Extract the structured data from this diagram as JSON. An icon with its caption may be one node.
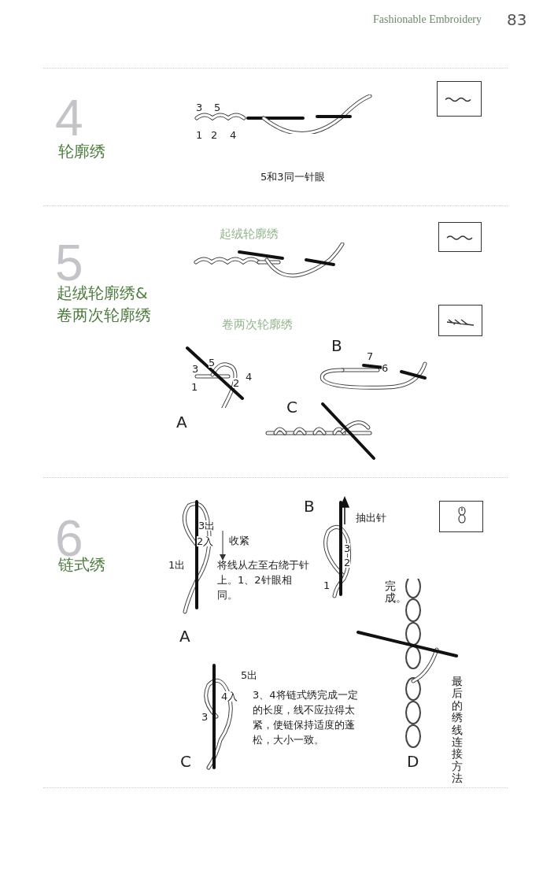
{
  "diagram": {
    "labels": [
      "Fashionable Embroidery",
      "83",
      "4",
      "轮廓绣",
      "3",
      "5",
      "1",
      "2",
      "4",
      "5和3同一针眼",
      "5",
      "起绒轮廓绣&卷两次轮廓绣",
      "起绒轮廓绣",
      "卷两次轮廓绣",
      "B",
      "3",
      "5",
      "7",
      "6",
      "4",
      "1",
      "2",
      "A",
      "C",
      "6",
      "链式绣",
      "3出",
      "2入",
      "收紧",
      "1出",
      "将线从左至右绕于针上。1、2针眼相同。",
      "B",
      "抽出针",
      "3",
      "2",
      "1",
      "完成。",
      "A",
      "5出",
      "4入",
      "3",
      "3、4将链式绣完成一定的长度，线不应拉得太紧，使链保持适度的蓬松，大小一致。",
      "最后的绣线连接方法",
      "C",
      "D"
    ]
  }
}
